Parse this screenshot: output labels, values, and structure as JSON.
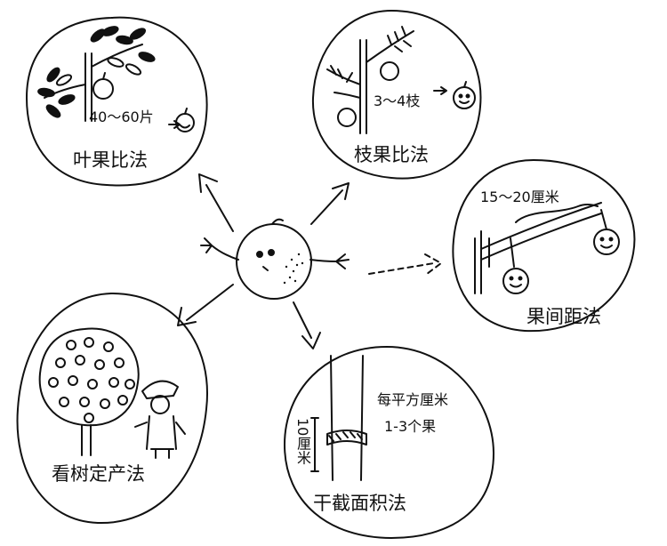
{
  "methods": [
    {
      "id": "leaf",
      "title": "叶果比法",
      "detail": "40～60片"
    },
    {
      "id": "branch",
      "title": "枝果比法",
      "detail": "3～4枝"
    },
    {
      "id": "spacing",
      "title": "果间距法",
      "detail": "15～20厘米"
    },
    {
      "id": "tree",
      "title": "看树定产法"
    },
    {
      "id": "trunk",
      "title": "干截面积法",
      "detail_line1": "每平方厘米",
      "detail_line2": "1-3个果",
      "height_label": "10厘米"
    }
  ]
}
